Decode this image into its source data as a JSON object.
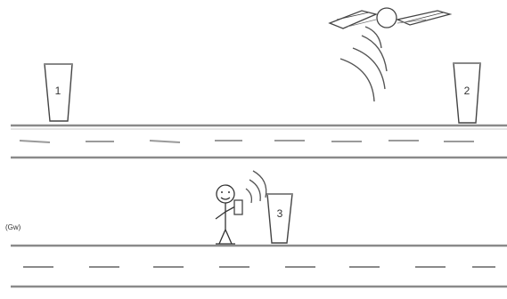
{
  "diagram": {
    "bins": [
      {
        "label": "1"
      },
      {
        "label": "2"
      },
      {
        "label": "3"
      }
    ],
    "side_label": "(Gw)",
    "icons": [
      "satellite-icon",
      "signal-waves-icon",
      "person-with-phone-icon",
      "trash-bin-icon",
      "road-lane-icon"
    ]
  }
}
